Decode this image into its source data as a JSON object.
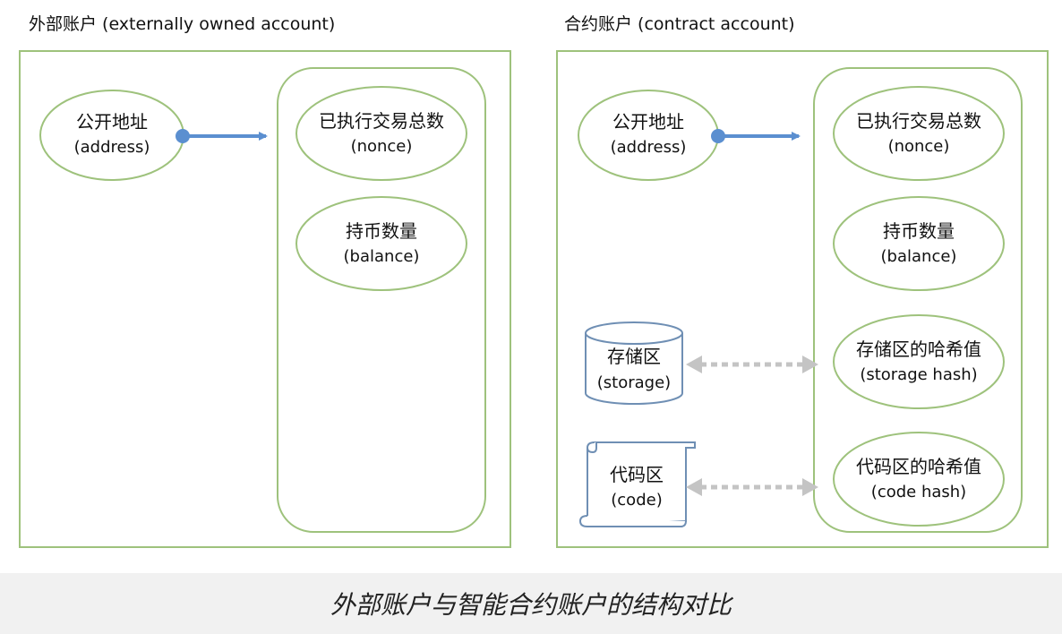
{
  "titles": {
    "eoa": "外部账户 (externally owned account)",
    "contract": "合约账户 (contract account)"
  },
  "eoa": {
    "address": {
      "zh": "公开地址",
      "en": "(address)"
    },
    "nonce": {
      "zh": "已执行交易总数",
      "en": "(nonce)"
    },
    "balance": {
      "zh": "持币数量",
      "en": "(balance)"
    }
  },
  "contract": {
    "address": {
      "zh": "公开地址",
      "en": "(address)"
    },
    "nonce": {
      "zh": "已执行交易总数",
      "en": "(nonce)"
    },
    "balance": {
      "zh": "持币数量",
      "en": "(balance)"
    },
    "storage_hash": {
      "zh": "存储区的哈希值",
      "en": "(storage hash)"
    },
    "code_hash": {
      "zh": "代码区的哈希值",
      "en": "(code hash)"
    },
    "storage": {
      "zh": "存储区",
      "en": "(storage)"
    },
    "code": {
      "zh": "代码区",
      "en": "(code)"
    }
  },
  "caption": "外部账户与智能合约账户的结构对比",
  "colors": {
    "box_border": "#9ec27c",
    "arrow_solid": "#5b8fd0",
    "arrow_dashed": "#c4c4c4",
    "shape_border": "#6f8fb4",
    "caption_background": "#f1f1f1"
  }
}
